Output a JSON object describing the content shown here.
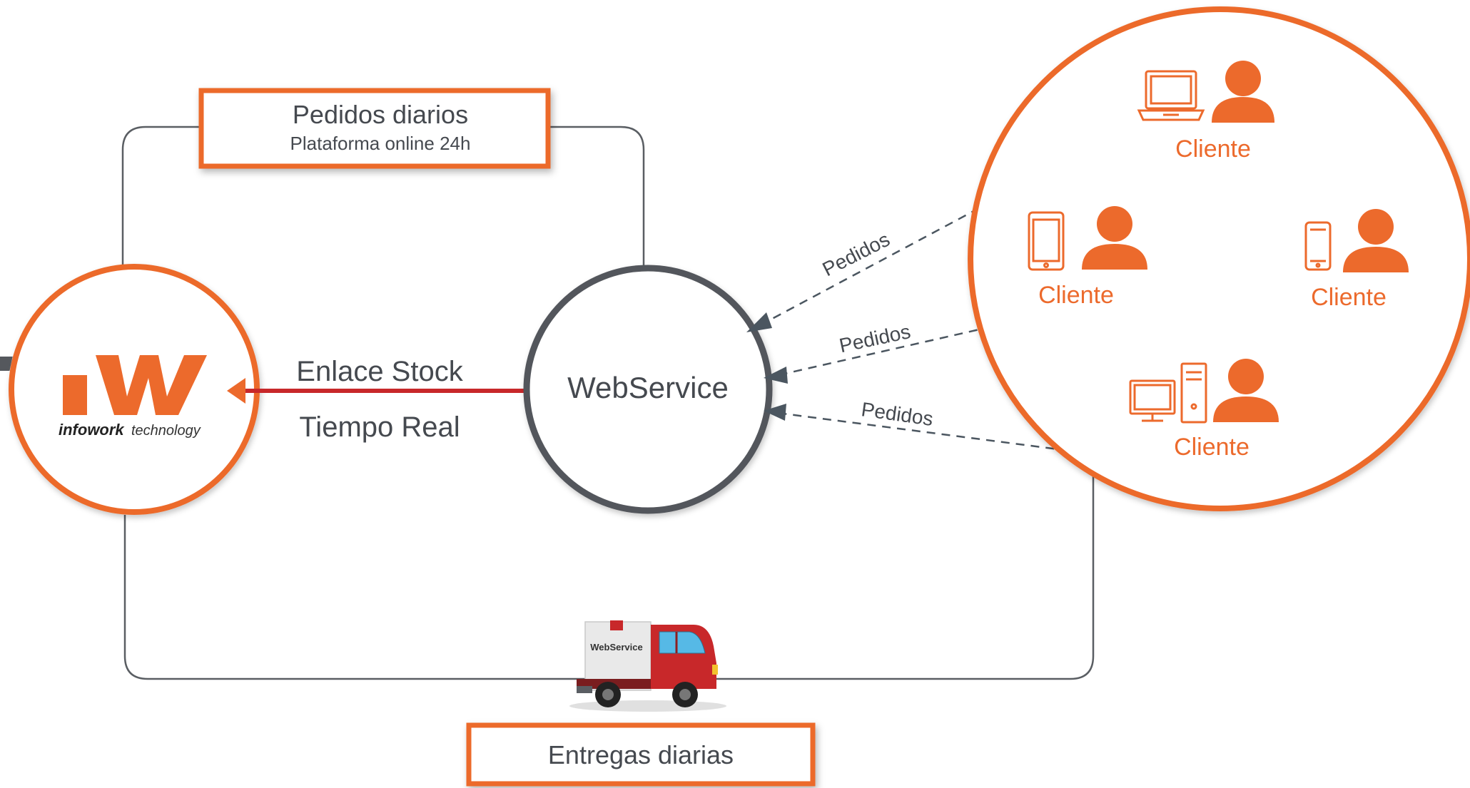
{
  "colors": {
    "accent_orange": "#ec6a2c",
    "dark_text": "#45494f",
    "circle_gray": "#53565b",
    "arrow_red": "#c8282a",
    "line_gray": "#5a5e63"
  },
  "top_box": {
    "title": "Pedidos diarios",
    "subtitle": "Plataforma online 24h"
  },
  "bottom_box": {
    "title": "Entregas diarias"
  },
  "company": {
    "logo_mark": "iW",
    "name_bold": "infowork",
    "name_light": "technology"
  },
  "link": {
    "line1": "Enlace Stock",
    "line2": "Tiempo Real"
  },
  "webservice": {
    "label": "WebService"
  },
  "truck": {
    "cargo_label": "WebService"
  },
  "orders": [
    {
      "label": "Pedidos"
    },
    {
      "label": "Pedidos"
    },
    {
      "label": "Pedidos"
    }
  ],
  "clients": [
    {
      "label": "Cliente",
      "device": "laptop-icon"
    },
    {
      "label": "Cliente",
      "device": "tablet-icon"
    },
    {
      "label": "Cliente",
      "device": "smartphone-icon"
    },
    {
      "label": "Cliente",
      "device": "desktop-computer-icon"
    }
  ]
}
